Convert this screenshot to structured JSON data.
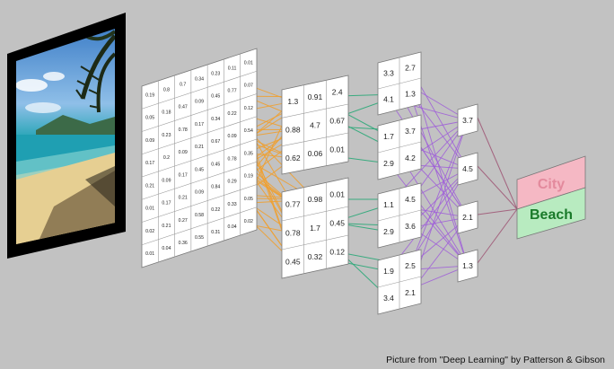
{
  "input_grid": [
    [
      "0.19",
      "0.8",
      "0.7",
      "0.34",
      "0.23",
      "0.11",
      "0.01"
    ],
    [
      "0.05",
      "0.18",
      "0.47",
      "0.09",
      "0.45",
      "0.77",
      "0.07"
    ],
    [
      "0.09",
      "0.23",
      "0.78",
      "0.17",
      "0.34",
      "0.22",
      "0.12"
    ],
    [
      "0.17",
      "0.2",
      "0.09",
      "0.21",
      "0.67",
      "0.09",
      "0.54"
    ],
    [
      "0.21",
      "0.09",
      "0.17",
      "0.45",
      "0.45",
      "0.78",
      "0.35"
    ],
    [
      "0.01",
      "0.17",
      "0.21",
      "0.09",
      "0.84",
      "0.29",
      "0.19"
    ],
    [
      "0.02",
      "0.21",
      "0.27",
      "0.58",
      "0.22",
      "0.33",
      "0.05"
    ],
    [
      "0.01",
      "0.04",
      "0.36",
      "0.55",
      "0.31",
      "0.04",
      "0.02"
    ]
  ],
  "conv_maps": [
    [
      [
        "1.3",
        "0.91",
        "2.4"
      ],
      [
        "0.88",
        "4.7",
        "0.67"
      ],
      [
        "0.62",
        "0.06",
        "0.01"
      ]
    ],
    [
      [
        "0.77",
        "0.98",
        "0.01"
      ],
      [
        "0.78",
        "1.7",
        "0.45"
      ],
      [
        "0.45",
        "0.32",
        "0.12"
      ]
    ]
  ],
  "pool_maps": [
    [
      [
        "3.3",
        "2.7"
      ],
      [
        "4.1",
        "1.3"
      ]
    ],
    [
      [
        "1.7",
        "3.7"
      ],
      [
        "2.9",
        "4.2"
      ]
    ],
    [
      [
        "1.1",
        "4.5"
      ],
      [
        "2.9",
        "3.6"
      ]
    ],
    [
      [
        "1.9",
        "2.5"
      ],
      [
        "3.4",
        "2.1"
      ]
    ]
  ],
  "dense_values": [
    "3.7",
    "4.5",
    "2.1",
    "1.3"
  ],
  "output": {
    "labels": [
      "City",
      "Beach"
    ],
    "colors": [
      "#f5b8c4",
      "#b8ebc0"
    ],
    "text_colors": [
      "#e38a9d",
      "#1a7a2a"
    ]
  },
  "edge_colors": {
    "input_to_conv": "#f0a030",
    "conv_to_pool": "#2aa878",
    "pool_to_dense": "#a060d8",
    "dense_to_output": "#a05a78"
  },
  "caption": "Picture from \"Deep Learning\" by Patterson & Gibson"
}
